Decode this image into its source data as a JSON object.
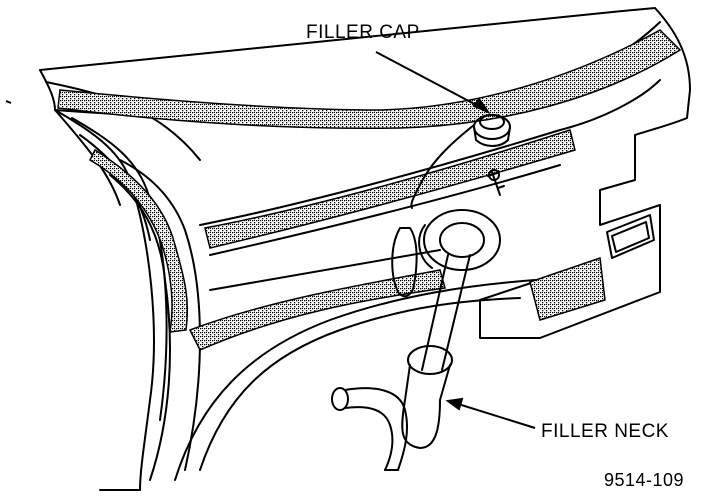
{
  "labels": {
    "filler_cap": "FILLER CAP",
    "filler_neck": "FILLER NECK"
  },
  "figure_id": "9514-109",
  "colors": {
    "ink": "#000000",
    "paper": "#ffffff"
  }
}
